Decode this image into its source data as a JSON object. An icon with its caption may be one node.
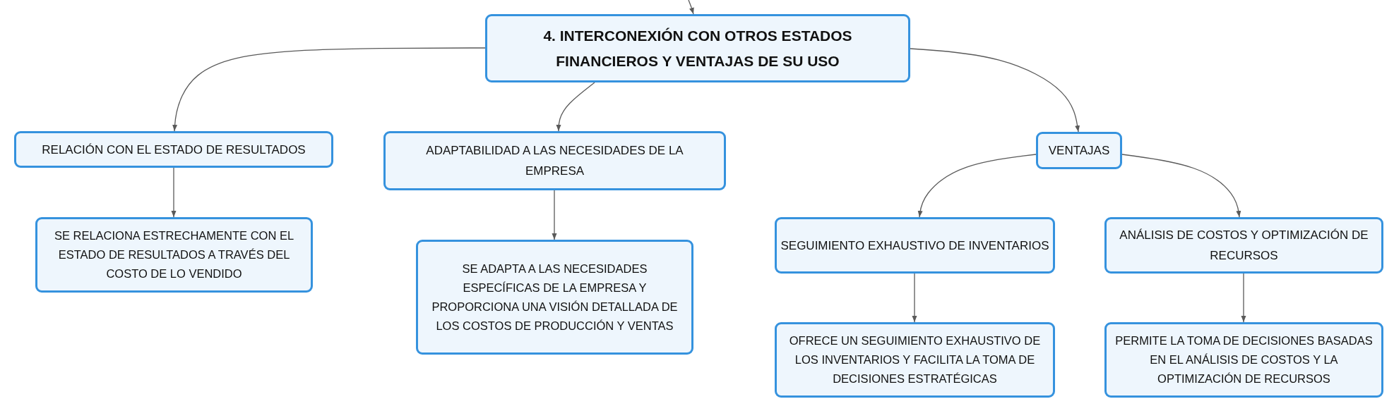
{
  "diagram": {
    "nodes": [
      {
        "text": [
          "4. INTERCONEXIÓN CON OTROS ESTADOS FINANCIEROS Y VENTAJAS DE SU USO"
        ]
      },
      {
        "text": [
          "RELACIÓN CON EL ESTADO DE RESULTADOS"
        ]
      },
      {
        "text": [
          "SE RELACIONA ESTRECHAMENTE CON EL ESTADO DE RESULTADOS A TRAVÉS DEL COSTO DE LO VENDIDO"
        ]
      },
      {
        "text": [
          "ADAPTABILIDAD A LAS NECESIDADES DE LA EMPRESA"
        ]
      },
      {
        "text": [
          "SE ADAPTA A LAS NECESIDADES ESPECÍFICAS DE LA EMPRESA Y PROPORCIONA UNA VISIÓN DETALLADA DE LOS COSTOS DE PRODUCCIÓN Y VENTAS"
        ]
      },
      {
        "text": [
          "VENTAJAS"
        ]
      },
      {
        "text": [
          "SEGUIMIENTO EXHAUSTIVO DE INVENTARIOS"
        ]
      },
      {
        "text": [
          "OFRECE UN SEGUIMIENTO EXHAUSTIVO DE LOS INVENTARIOS Y FACILITA LA TOMA DE DECISIONES ESTRATÉGICAS"
        ]
      },
      {
        "text": [
          "ANÁLISIS DE COSTOS Y OPTIMIZACIÓN DE RECURSOS"
        ]
      },
      {
        "text": [
          "PERMITE LA TOMA DE DECISIONES BASADAS EN EL ANÁLISIS DE COSTOS Y LA OPTIMIZACIÓN DE RECURSOS"
        ]
      }
    ],
    "edges": [
      {
        "from": null,
        "to": 0,
        "arrow": "to"
      },
      {
        "from": 0,
        "to": 1,
        "arrow": "to"
      },
      {
        "from": 0,
        "to": 3,
        "arrow": "to"
      },
      {
        "from": 0,
        "to": 5,
        "arrow": "to"
      },
      {
        "from": 1,
        "to": 2,
        "arrow": "to"
      },
      {
        "from": 3,
        "to": 4,
        "arrow": "to"
      },
      {
        "from": 5,
        "to": 6,
        "arrow": "to"
      },
      {
        "from": 5,
        "to": 8,
        "arrow": "to"
      },
      {
        "from": 6,
        "to": 7,
        "arrow": "to"
      },
      {
        "from": 8,
        "to": 9,
        "arrow": "to"
      }
    ]
  }
}
